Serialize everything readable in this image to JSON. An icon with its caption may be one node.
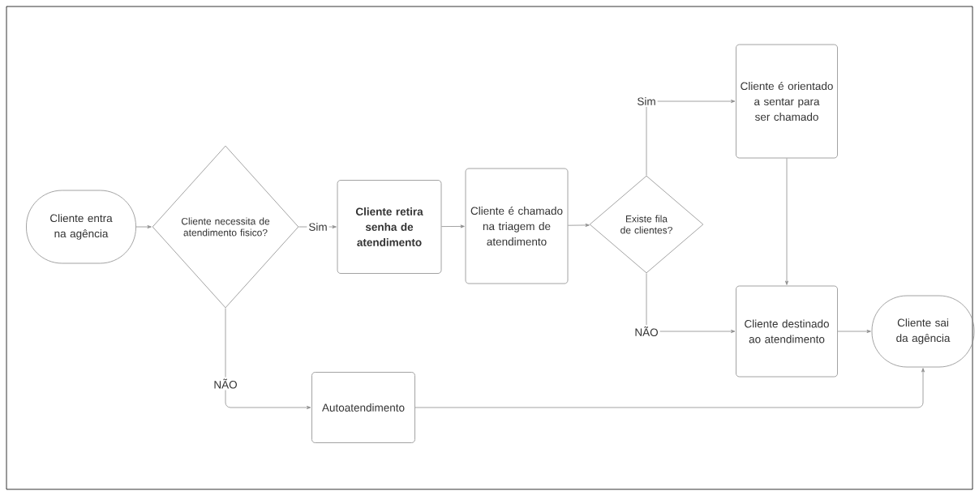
{
  "diagram": {
    "nodes": [
      {
        "text": [
          "Cliente entra na agência"
        ]
      },
      {
        "text": [
          "Cliente necessita de atendimento fisico?"
        ]
      },
      {
        "text": [
          "Cliente retira senha de atendimento"
        ]
      },
      {
        "text": [
          "Cliente é chamado na triagem de atendimento"
        ]
      },
      {
        "text": [
          "Existe fila de clientes?"
        ]
      },
      {
        "text": [
          "Cliente é orientado a sentar para ser chamado"
        ]
      },
      {
        "text": [
          "Cliente destinado ao atendimento"
        ]
      },
      {
        "text": [
          "Cliente sai da agência"
        ]
      },
      {
        "text": [
          "Autoatendimento"
        ]
      }
    ],
    "edges": [
      {
        "from": 0,
        "to": 1,
        "arrow": "to"
      },
      {
        "from": 1,
        "to": 2,
        "arrow": "to",
        "label": "Sim"
      },
      {
        "from": 2,
        "to": 3,
        "arrow": "to"
      },
      {
        "from": 3,
        "to": 4,
        "arrow": "to"
      },
      {
        "from": 4,
        "to": 5,
        "arrow": "to",
        "label": "Sim"
      },
      {
        "from": 4,
        "to": 6,
        "arrow": "to",
        "label": "NÃO"
      },
      {
        "from": 5,
        "to": 6,
        "arrow": "to"
      },
      {
        "from": 6,
        "to": 7,
        "arrow": "to"
      },
      {
        "from": 1,
        "to": 8,
        "arrow": "to",
        "label": "NÃO"
      },
      {
        "from": 8,
        "to": 7,
        "arrow": "to"
      }
    ]
  }
}
